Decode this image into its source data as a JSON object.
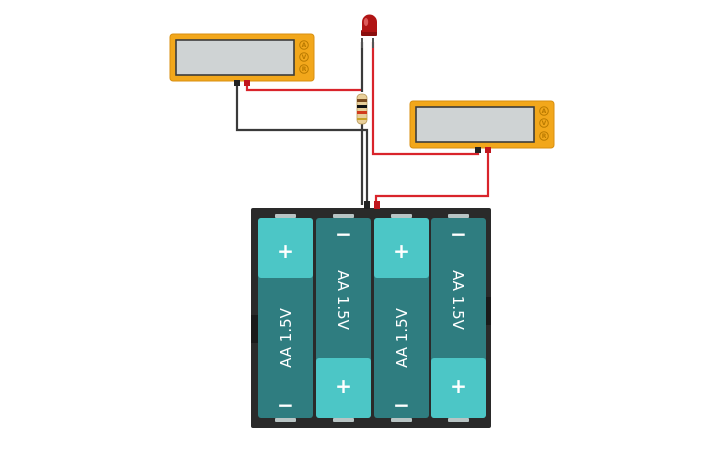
{
  "colors": {
    "wire_red": "#d9242b",
    "wire_black": "#3a3a3a",
    "meter_body": "#f2a71b",
    "meter_screen": "#cfd3d4",
    "battery_holder": "#2a2a2a",
    "cell_body": "#2f7d80",
    "cell_terminal": "#4cc6c6",
    "led": "#b01414"
  },
  "multimeters": [
    {
      "name": "multimeter-left",
      "modes": [
        "A",
        "V",
        "R"
      ]
    },
    {
      "name": "multimeter-right",
      "modes": [
        "A",
        "V",
        "R"
      ]
    }
  ],
  "components": {
    "led": "led-icon",
    "resistor": "resistor-icon"
  },
  "battery_pack": {
    "cells": [
      {
        "label": "AA 1.5V",
        "top_sign": "+",
        "bottom_sign": "−"
      },
      {
        "label": "AA 1.5V",
        "top_sign": "−",
        "bottom_sign": "+"
      },
      {
        "label": "AA 1.5V",
        "top_sign": "+",
        "bottom_sign": "−"
      },
      {
        "label": "AA 1.5V",
        "top_sign": "−",
        "bottom_sign": "+"
      }
    ]
  }
}
